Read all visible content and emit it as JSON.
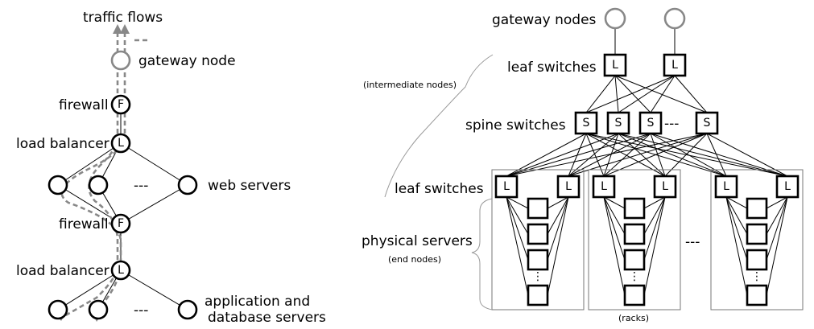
{
  "left": {
    "traffic_flows": "traffic flows",
    "gateway_node": "gateway node",
    "firewall_top": "firewall",
    "load_balancer_top": "load balancer",
    "web_servers": "web servers",
    "firewall_bottom": "firewall",
    "load_balancer_bottom": "load balancer",
    "app_db_line1": "application and",
    "app_db_line2": "database servers",
    "firewall_glyph": "F",
    "lb_glyph": "L",
    "ellipsis": "---"
  },
  "right": {
    "gateway_nodes": "gateway nodes",
    "leaf_switches_top": "leaf switches",
    "intermediate_nodes": "(intermediate nodes)",
    "spine_switches": "spine switches",
    "leaf_switches_bottom": "leaf switches",
    "physical_servers": "physical servers",
    "end_nodes": "(end nodes)",
    "racks": "(racks)",
    "leaf_glyph": "L",
    "spine_glyph": "S",
    "ellipsis": "---",
    "vdots": "⋮"
  }
}
